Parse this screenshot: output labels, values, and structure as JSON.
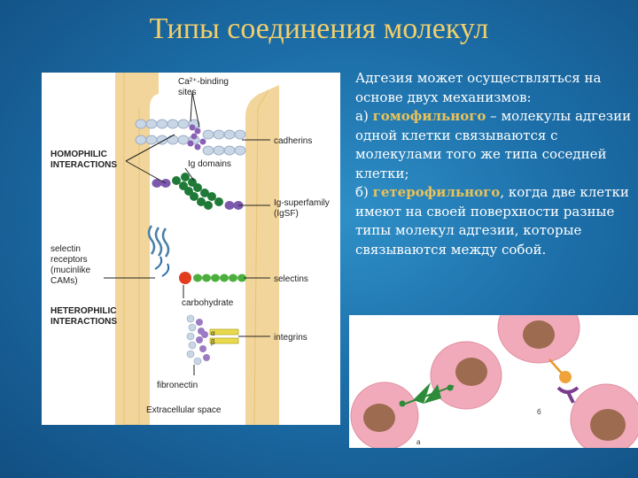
{
  "title": "Типы соединения молекул",
  "description": {
    "intro": "Адгезия может осуществляться на основе двух механизмов:",
    "item_a_prefix": "а) ",
    "item_a_term": "гомофильного",
    "item_a_rest": " – молекулы адгезии одной клетки связываются с молекулами того же типа соседней клетки;",
    "item_b_prefix": "б) ",
    "item_b_term": "гетерофильного",
    "item_b_rest": ", когда две клетки имеют на своей поверхности разные типы молекул адгезии, которые связываются между собой."
  },
  "diagram": {
    "ca_binding": "Ca²⁺-binding",
    "sites": "sites",
    "cadherins": "cadherins",
    "homophilic_1": "HOMOPHILIC",
    "homophilic_2": "INTERACTIONS",
    "ig_domains": "Ig domains",
    "ig_superfamily_1": "Ig-superfamily",
    "ig_superfamily_2": "(IgSF)",
    "selectin_receptors_1": "selectin",
    "selectin_receptors_2": "receptors",
    "selectin_receptors_3": "(mucinlike",
    "selectin_receptors_4": "CAMs)",
    "selectins": "selectins",
    "carbohydrate": "carbohydrate",
    "heterophilic_1": "HETEROPHILIC",
    "heterophilic_2": "INTERACTIONS",
    "integrins": "integrins",
    "alpha": "α",
    "beta": "β",
    "fibronectin": "fibronectin",
    "extracellular": "Extracellular space"
  },
  "cells_figure": {
    "label_a": "а",
    "label_b": "б"
  },
  "colors": {
    "title": "#f3cf6a",
    "highlight": "#e9c25a",
    "membrane": "#f2d59a",
    "cell_pink": "#f1aab9",
    "nucleus": "#9c6b50",
    "homophilic_green": "#2e8b3a"
  }
}
